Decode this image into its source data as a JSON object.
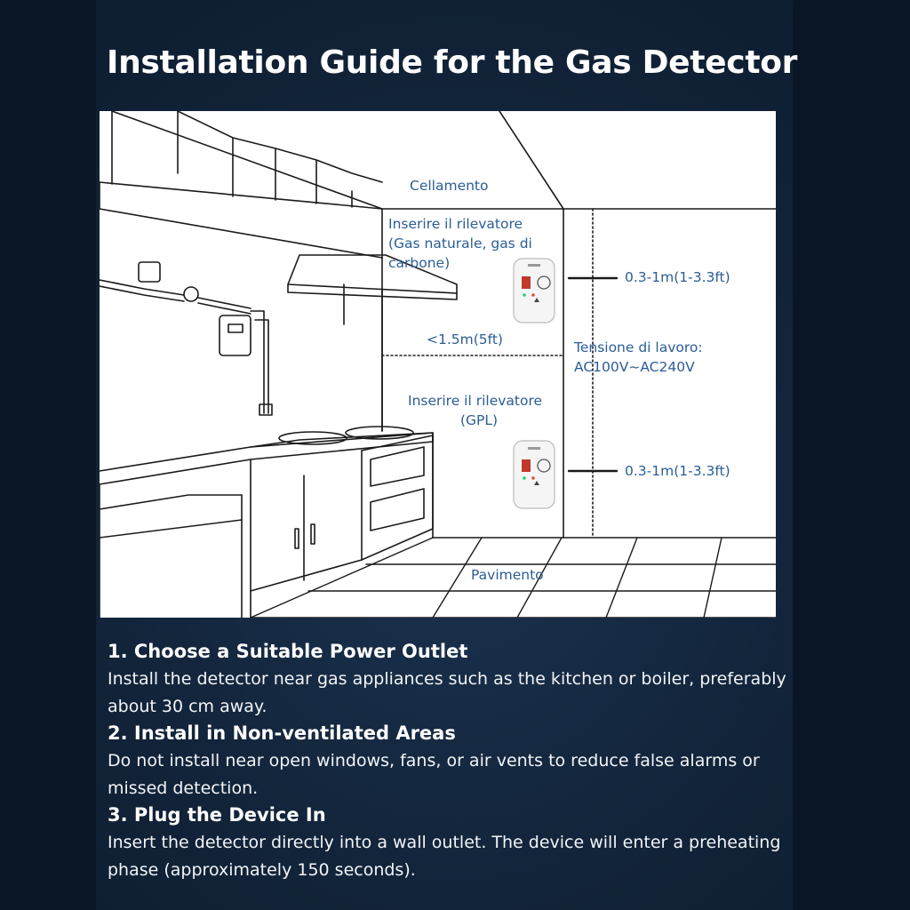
{
  "title": "Installation Guide for the Gas Detector",
  "diagram": {
    "labels": {
      "ceiling": "Cellamento",
      "insert_natural_line1": "Inserire il rilevatore",
      "insert_natural_line2": "(Gas naturale, gas di",
      "insert_natural_line3": "carbone)",
      "distance_top": "0.3-1m(1-3.3ft)",
      "horizontal_limit": "<1.5m(5ft)",
      "voltage_line1": "Tensione di lavoro:",
      "voltage_line2": "AC100V~AC240V",
      "insert_lpg_line1": "Inserire il rilevatore",
      "insert_lpg_line2": "(GPL)",
      "distance_bottom": "0.3-1m(1-3.3ft)",
      "floor": "Pavimento"
    },
    "colors": {
      "label": "#2b5d96",
      "line": "#1a1a1a",
      "detector_display": "#c0392b"
    },
    "icons": [
      "gas-detector-icon",
      "gas-meter-icon",
      "range-hood-icon",
      "stove-icon"
    ]
  },
  "steps": [
    {
      "title": "1. Choose a Suitable Power Outlet",
      "text": "Install the detector near gas appliances such as the kitchen or boiler, preferably about 30 cm away."
    },
    {
      "title": "2. Install in Non-ventilated Areas",
      "text": "Do not install near open windows, fans, or air vents to reduce false alarms or missed detection."
    },
    {
      "title": "3. Plug the Device In",
      "text": "Insert the detector directly into a wall outlet. The device will enter a preheating phase (approximately 150 seconds)."
    }
  ]
}
